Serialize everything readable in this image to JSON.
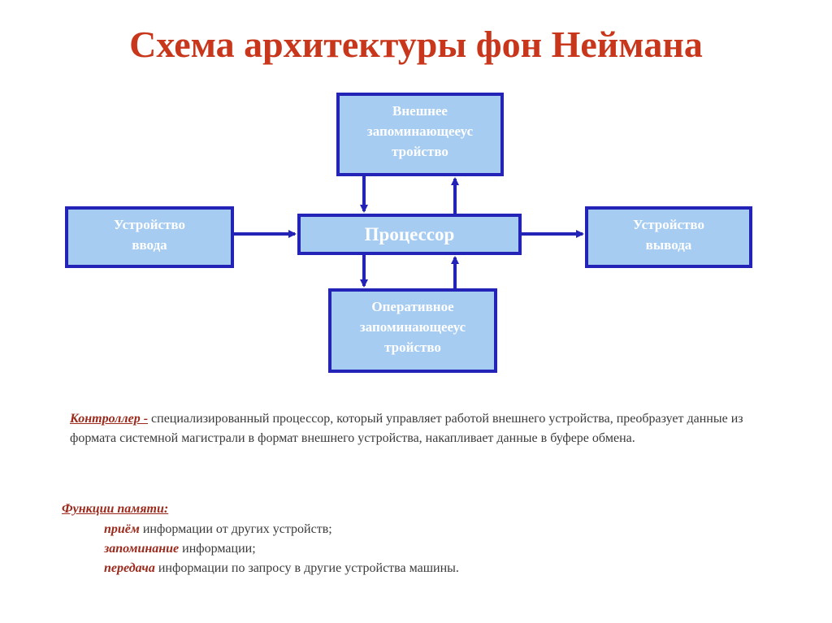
{
  "title": "Схема архитектуры фон Неймана",
  "boxes": {
    "external": {
      "line1": "Внешнее",
      "line2": "запоминающееус",
      "line3": "тройство"
    },
    "input": {
      "line1": "Устройство",
      "line2": "ввода"
    },
    "cpu": {
      "label": "Процессор"
    },
    "output": {
      "line1": "Устройство",
      "line2": "вывода"
    },
    "ram": {
      "line1": "Оперативное",
      "line2": "запоминающееус",
      "line3": "тройство"
    }
  },
  "controller": {
    "term": "Контроллер -",
    "text": " специализированный процессор, который управляет работой внешнего устройства, преобразует данные из формата системной магистрали в формат внешнего устройства, накапливает данные в буфере обмена."
  },
  "memory_functions": {
    "heading": "Функции памяти:",
    "items": [
      {
        "keyword": "приём",
        "text": " информации от других устройств;"
      },
      {
        "keyword": "запоминание",
        "text": " информации;"
      },
      {
        "keyword": "передача",
        "text": " информации по запросу в другие устройства машины."
      }
    ]
  },
  "colors": {
    "title": "#c8361b",
    "box_fill": "#a6ccf2",
    "box_border": "#2323b8",
    "arrow": "#2323b8",
    "term": "#9b2a1c"
  }
}
